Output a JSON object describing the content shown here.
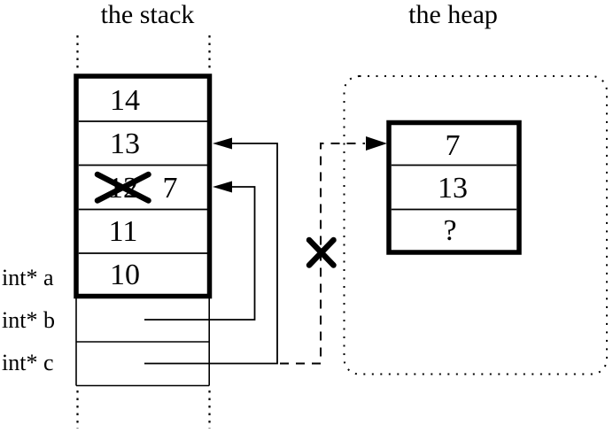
{
  "diagram": {
    "titles": {
      "stack": "the stack",
      "heap": "the heap"
    },
    "stack": {
      "cells": [
        "14",
        "13",
        "12",
        "11",
        "10"
      ],
      "crossed_cell_index": 2,
      "overwritten_value": "7",
      "pointer_labels": {
        "a": "int* a",
        "b": "int* b",
        "c": "int* c"
      }
    },
    "heap": {
      "cells": [
        "7",
        "13",
        "?"
      ]
    },
    "colors": {
      "ink": "#000000",
      "background": "#ffffff"
    }
  }
}
